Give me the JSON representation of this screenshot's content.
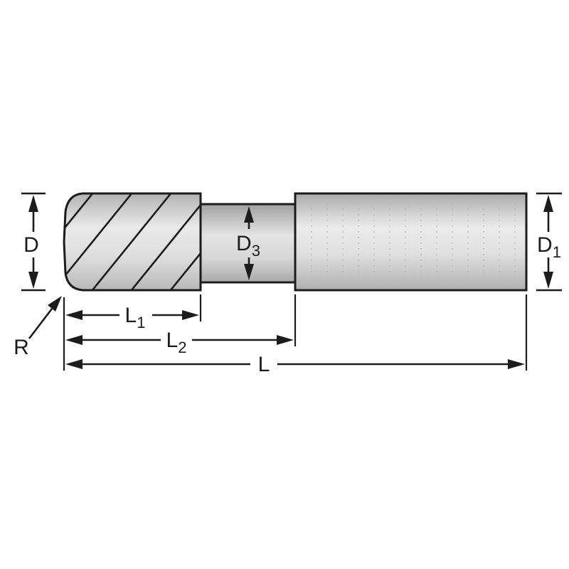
{
  "diagram": {
    "name": "End mill cutting tool dimension drawing",
    "labels": {
      "cutting_diameter": {
        "text": "D",
        "sub": ""
      },
      "neck_diameter": {
        "text": "D",
        "sub": "3"
      },
      "shank_diameter": {
        "text": "D",
        "sub": "1"
      },
      "flute_length": {
        "text": "L",
        "sub": "1"
      },
      "length_to_neck": {
        "text": "L",
        "sub": "2"
      },
      "overall_length": {
        "text": "L",
        "sub": ""
      },
      "corner_radius": {
        "text": "R",
        "sub": ""
      }
    },
    "colors": {
      "outline": "#1c1c1c",
      "fill_light": "#ececec",
      "fill_mid": "#cfcfcf",
      "fill_dark": "#a8a8a8",
      "background": "#ffffff"
    }
  }
}
